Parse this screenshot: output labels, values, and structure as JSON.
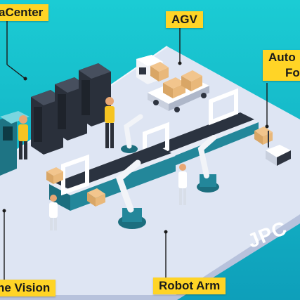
{
  "labels": {
    "data_center": "aCenter",
    "agv": "AGV",
    "auto_line1": "Auto",
    "auto_line2": "For",
    "machine_vision": "ne Vision",
    "robot_arm": "Robot Arm"
  },
  "brand": "JPC",
  "colors": {
    "background_top": "#19C7D2",
    "background_bottom": "#0FA6BE",
    "floor": "#DDE4F2",
    "floor_edge": "#B8C3DD",
    "conveyor": "#1C6E7E",
    "label_bg": "#FFD426",
    "server": "#2E3440",
    "box": "#E9B87A"
  }
}
